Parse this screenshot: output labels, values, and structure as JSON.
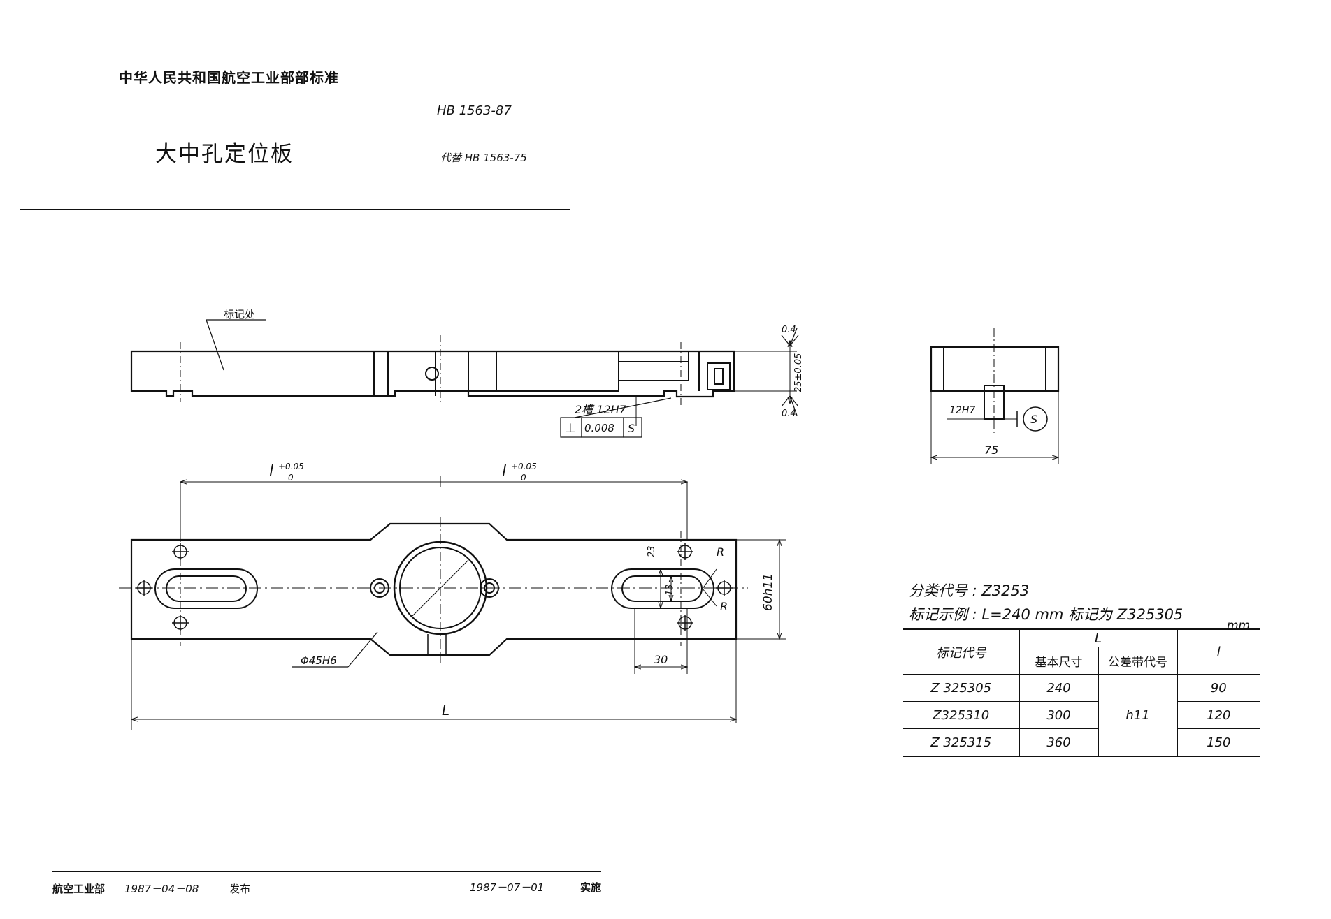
{
  "header": {
    "organization": "中华人民共和国航空工业部部标准",
    "standard_code": "HB 1563-87",
    "title": "大中孔定位板",
    "replaces": "代替 HB 1563-75"
  },
  "drawing": {
    "marking_label": "标记处",
    "slot_note": "2槽 12H7",
    "perpendicularity_symbol": "⊥",
    "perpendicularity_value": "0.008",
    "datum_letter": "S",
    "roughness_top": "0.4",
    "roughness_bottom": "0.4",
    "height_dim": "25±0.05",
    "pitch_dim_left": "l",
    "pitch_dim_right": "l",
    "pitch_tol_upper": "+0.05",
    "pitch_tol_lower": "0",
    "slot_width": "23",
    "slot_inner": "13",
    "radius_1": "R",
    "radius_2": "R",
    "width_dim": "60h11",
    "bore_dim": "Φ45H6",
    "slot_offset": "30",
    "overall_length": "L",
    "side_slot": "12H7",
    "side_datum": "S",
    "side_width": "75"
  },
  "info": {
    "classification": "分类代号 : Z3253",
    "example": "标记示例 : L=240 mm  标记为 Z325305",
    "unit": "mm"
  },
  "table": {
    "header_code": "标记代号",
    "header_L": "L",
    "header_basic": "基本尺寸",
    "header_tol": "公差带代号",
    "header_l": "l",
    "tolerance": "h11",
    "rows": [
      {
        "code": "Z 325305",
        "basic": "240",
        "l": "90"
      },
      {
        "code": "Z325310",
        "basic": "300",
        "l": "120"
      },
      {
        "code": "Z 325315",
        "basic": "360",
        "l": "150"
      }
    ]
  },
  "footer": {
    "issuer": "航空工业部",
    "issue_date": "1987－04－08",
    "issue_label": "发布",
    "impl_date": "1987－07－01",
    "impl_label": "实施"
  }
}
